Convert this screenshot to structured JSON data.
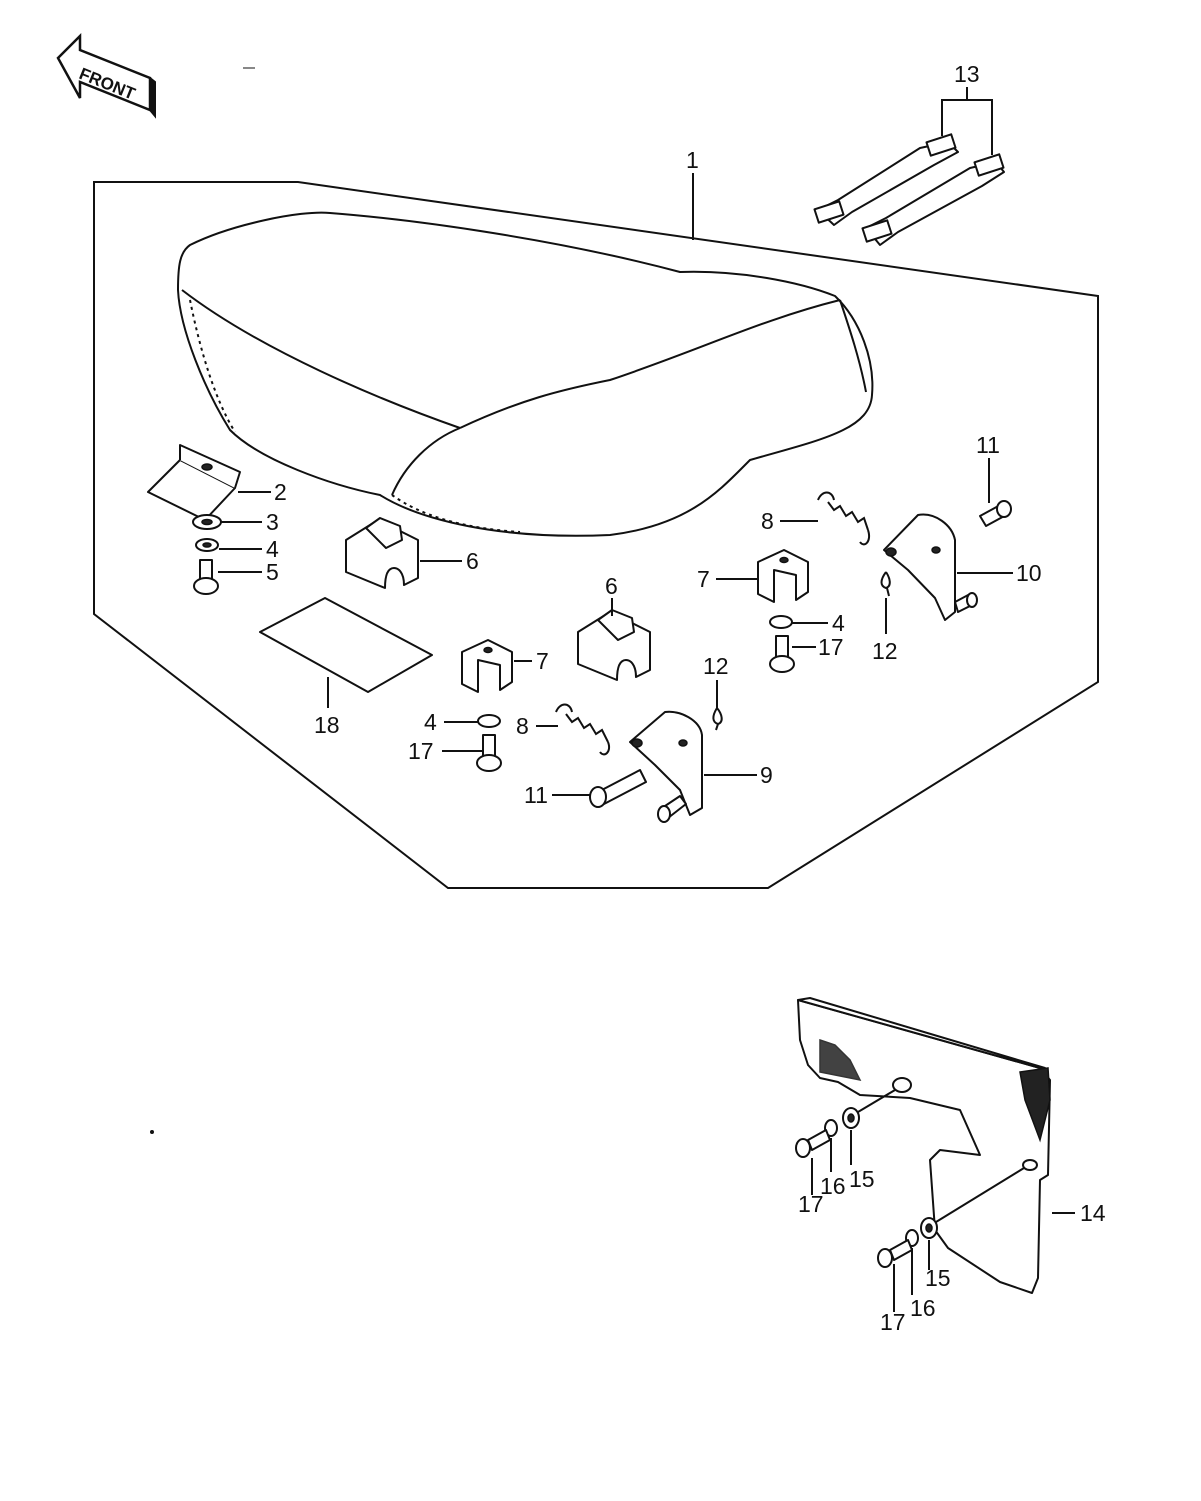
{
  "front_label": "FRONT",
  "labels": {
    "l1": "1",
    "l2": "2",
    "l3": "3",
    "l4a": "4",
    "l5": "5",
    "l6a": "6",
    "l18": "18",
    "l6b": "6",
    "l7a": "7",
    "l4b": "4",
    "l17a": "17",
    "l8a": "8",
    "l11a": "11",
    "l9": "9",
    "l12a": "12",
    "l8b": "8",
    "l7b": "7",
    "l4c": "4",
    "l17b": "17",
    "l11b": "11",
    "l10": "10",
    "l12b": "12",
    "l13": "13",
    "l14": "14",
    "l15a": "15",
    "l16a": "16",
    "l17c": "17",
    "l15b": "15",
    "l16b": "16",
    "l17d": "17"
  }
}
